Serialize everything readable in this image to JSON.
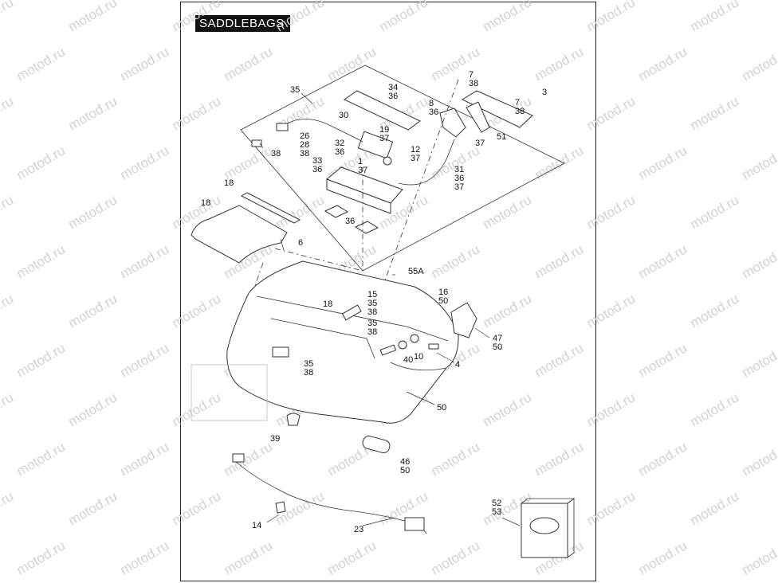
{
  "title": "SADDLEBAGS",
  "watermark": "motod.ru",
  "callouts": [
    {
      "id": "c35",
      "lines": [
        "35"
      ]
    },
    {
      "id": "c34",
      "lines": [
        "34",
        "36"
      ]
    },
    {
      "id": "c7a",
      "lines": [
        "7",
        "38"
      ]
    },
    {
      "id": "c3",
      "lines": [
        "3"
      ]
    },
    {
      "id": "c7b",
      "lines": [
        "7",
        "38"
      ]
    },
    {
      "id": "c8",
      "lines": [
        "8",
        "36"
      ]
    },
    {
      "id": "c30",
      "lines": [
        "30"
      ]
    },
    {
      "id": "c26",
      "lines": [
        "26",
        "28",
        "38"
      ]
    },
    {
      "id": "c38a",
      "lines": [
        "38"
      ]
    },
    {
      "id": "c19",
      "lines": [
        "19",
        "37"
      ]
    },
    {
      "id": "c32",
      "lines": [
        "32",
        "36"
      ]
    },
    {
      "id": "c12",
      "lines": [
        "12",
        "37"
      ]
    },
    {
      "id": "c37a",
      "lines": [
        "37"
      ]
    },
    {
      "id": "c51",
      "lines": [
        "51"
      ]
    },
    {
      "id": "c33",
      "lines": [
        "33",
        "36"
      ]
    },
    {
      "id": "c1",
      "lines": [
        "1",
        "37"
      ]
    },
    {
      "id": "c31",
      "lines": [
        "31",
        "36",
        "37"
      ]
    },
    {
      "id": "c18a",
      "lines": [
        "18"
      ]
    },
    {
      "id": "c18b",
      "lines": [
        "18"
      ]
    },
    {
      "id": "c36",
      "lines": [
        "36"
      ]
    },
    {
      "id": "c6",
      "lines": [
        "6"
      ]
    },
    {
      "id": "c55a",
      "lines": [
        "55A"
      ]
    },
    {
      "id": "c16",
      "lines": [
        "16",
        "50"
      ]
    },
    {
      "id": "c15",
      "lines": [
        "15",
        "35",
        "38"
      ]
    },
    {
      "id": "c18c",
      "lines": [
        "18"
      ]
    },
    {
      "id": "c35b",
      "lines": [
        "35",
        "38"
      ]
    },
    {
      "id": "c47",
      "lines": [
        "47",
        "50"
      ]
    },
    {
      "id": "c40",
      "lines": [
        "40"
      ]
    },
    {
      "id": "c10",
      "lines": [
        "10"
      ]
    },
    {
      "id": "c4",
      "lines": [
        "4"
      ]
    },
    {
      "id": "c35c",
      "lines": [
        "35",
        "38"
      ]
    },
    {
      "id": "c50",
      "lines": [
        "50"
      ]
    },
    {
      "id": "c39",
      "lines": [
        "39"
      ]
    },
    {
      "id": "c46",
      "lines": [
        "46",
        "50"
      ]
    },
    {
      "id": "c52",
      "lines": [
        "52",
        "53"
      ]
    },
    {
      "id": "c14",
      "lines": [
        "14"
      ]
    },
    {
      "id": "c23",
      "lines": [
        "23"
      ]
    }
  ]
}
